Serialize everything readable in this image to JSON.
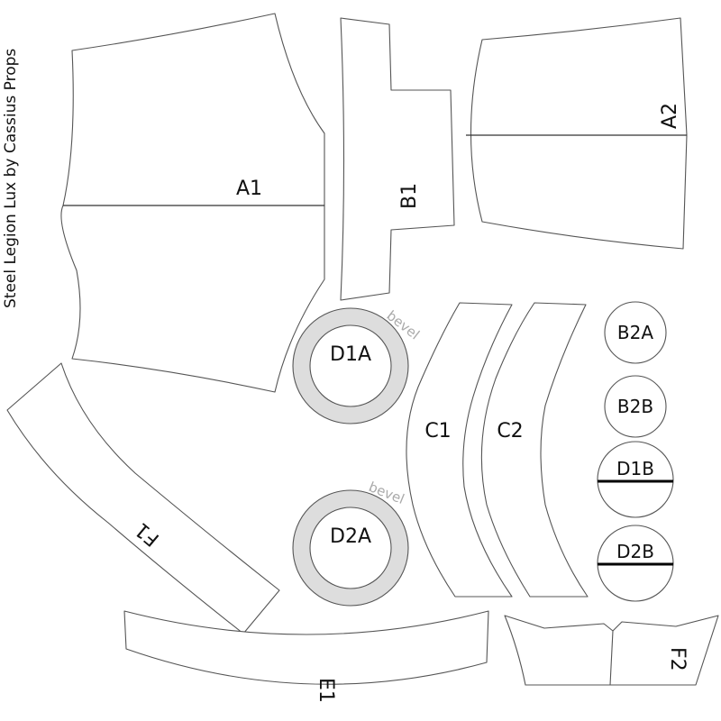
{
  "credit": "Steel Legion Lux by Cassius Props",
  "pieces": {
    "a1": "A1",
    "a2": "A2",
    "b1": "B1",
    "b2a": "B2A",
    "b2b": "B2B",
    "c1": "C1",
    "c2": "C2",
    "d1a": "D1A",
    "d1b": "D1B",
    "d2a": "D2A",
    "d2b": "D2B",
    "e1": "E1",
    "f1": "F1",
    "f2": "F2"
  },
  "bevel_note": "bevel",
  "colors": {
    "outline": "#555555",
    "ring_fill": "#dddddd",
    "bevel_text": "#aaaaaa"
  }
}
